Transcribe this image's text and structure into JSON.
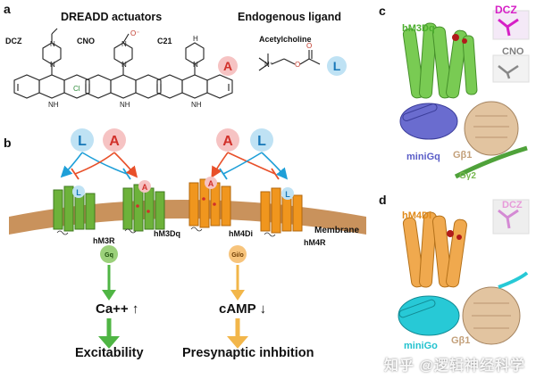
{
  "panels": {
    "a": "a",
    "b": "b",
    "c": "c",
    "d": "d"
  },
  "panel_a": {
    "dreadd_header": "DREADD actuators",
    "endogenous_header": "Endogenous ligand",
    "compounds": [
      "DCZ",
      "CNO",
      "C21"
    ],
    "acetylcholine": "Acetylcholine",
    "agonist_badge": "A",
    "ligand_badge": "L",
    "atoms": {
      "cl": "Cl",
      "n": "N",
      "nh": "NH",
      "h": "H",
      "o_minus": "O⁻",
      "n_plus": "N⁺",
      "o": "O"
    }
  },
  "panel_b": {
    "ligand_badge": "L",
    "agonist_badge": "A",
    "receptors": [
      "hM3R",
      "hM3Dq",
      "hM4Di",
      "hM4R"
    ],
    "membrane": "Membrane",
    "gq": "Gq",
    "gio": "Gi/o",
    "ca": "Ca++",
    "ca_arrow": "↑",
    "camp": "cAMP",
    "camp_arrow": "↓",
    "excitability": "Excitability",
    "presynaptic": "Presynaptic inhbition"
  },
  "panel_c": {
    "hm3dq": "hM3Dq",
    "dcz": "DCZ",
    "cno": "CNO",
    "minigq": "miniGq",
    "gb1": "Gβ1",
    "gy2": "Gγ2"
  },
  "panel_d": {
    "hm4di": "hM4Di",
    "dcz": "DCZ",
    "minigo": "miniGo",
    "gb1": "Gβ1"
  },
  "watermark": "知乎 @逻辑神经科学",
  "colors": {
    "green": "#6db23a",
    "orange": "#f0961e",
    "blue": "#1e9fd8",
    "red": "#e8502a",
    "membrane": "#c9925c",
    "badge_red_bg": "#f6c3c3",
    "badge_blue_bg": "#bfe2f4",
    "magenta": "#d61fc6",
    "purple": "#6a6ccf",
    "tan": "#d7b48c",
    "cyan": "#27c9d6"
  }
}
